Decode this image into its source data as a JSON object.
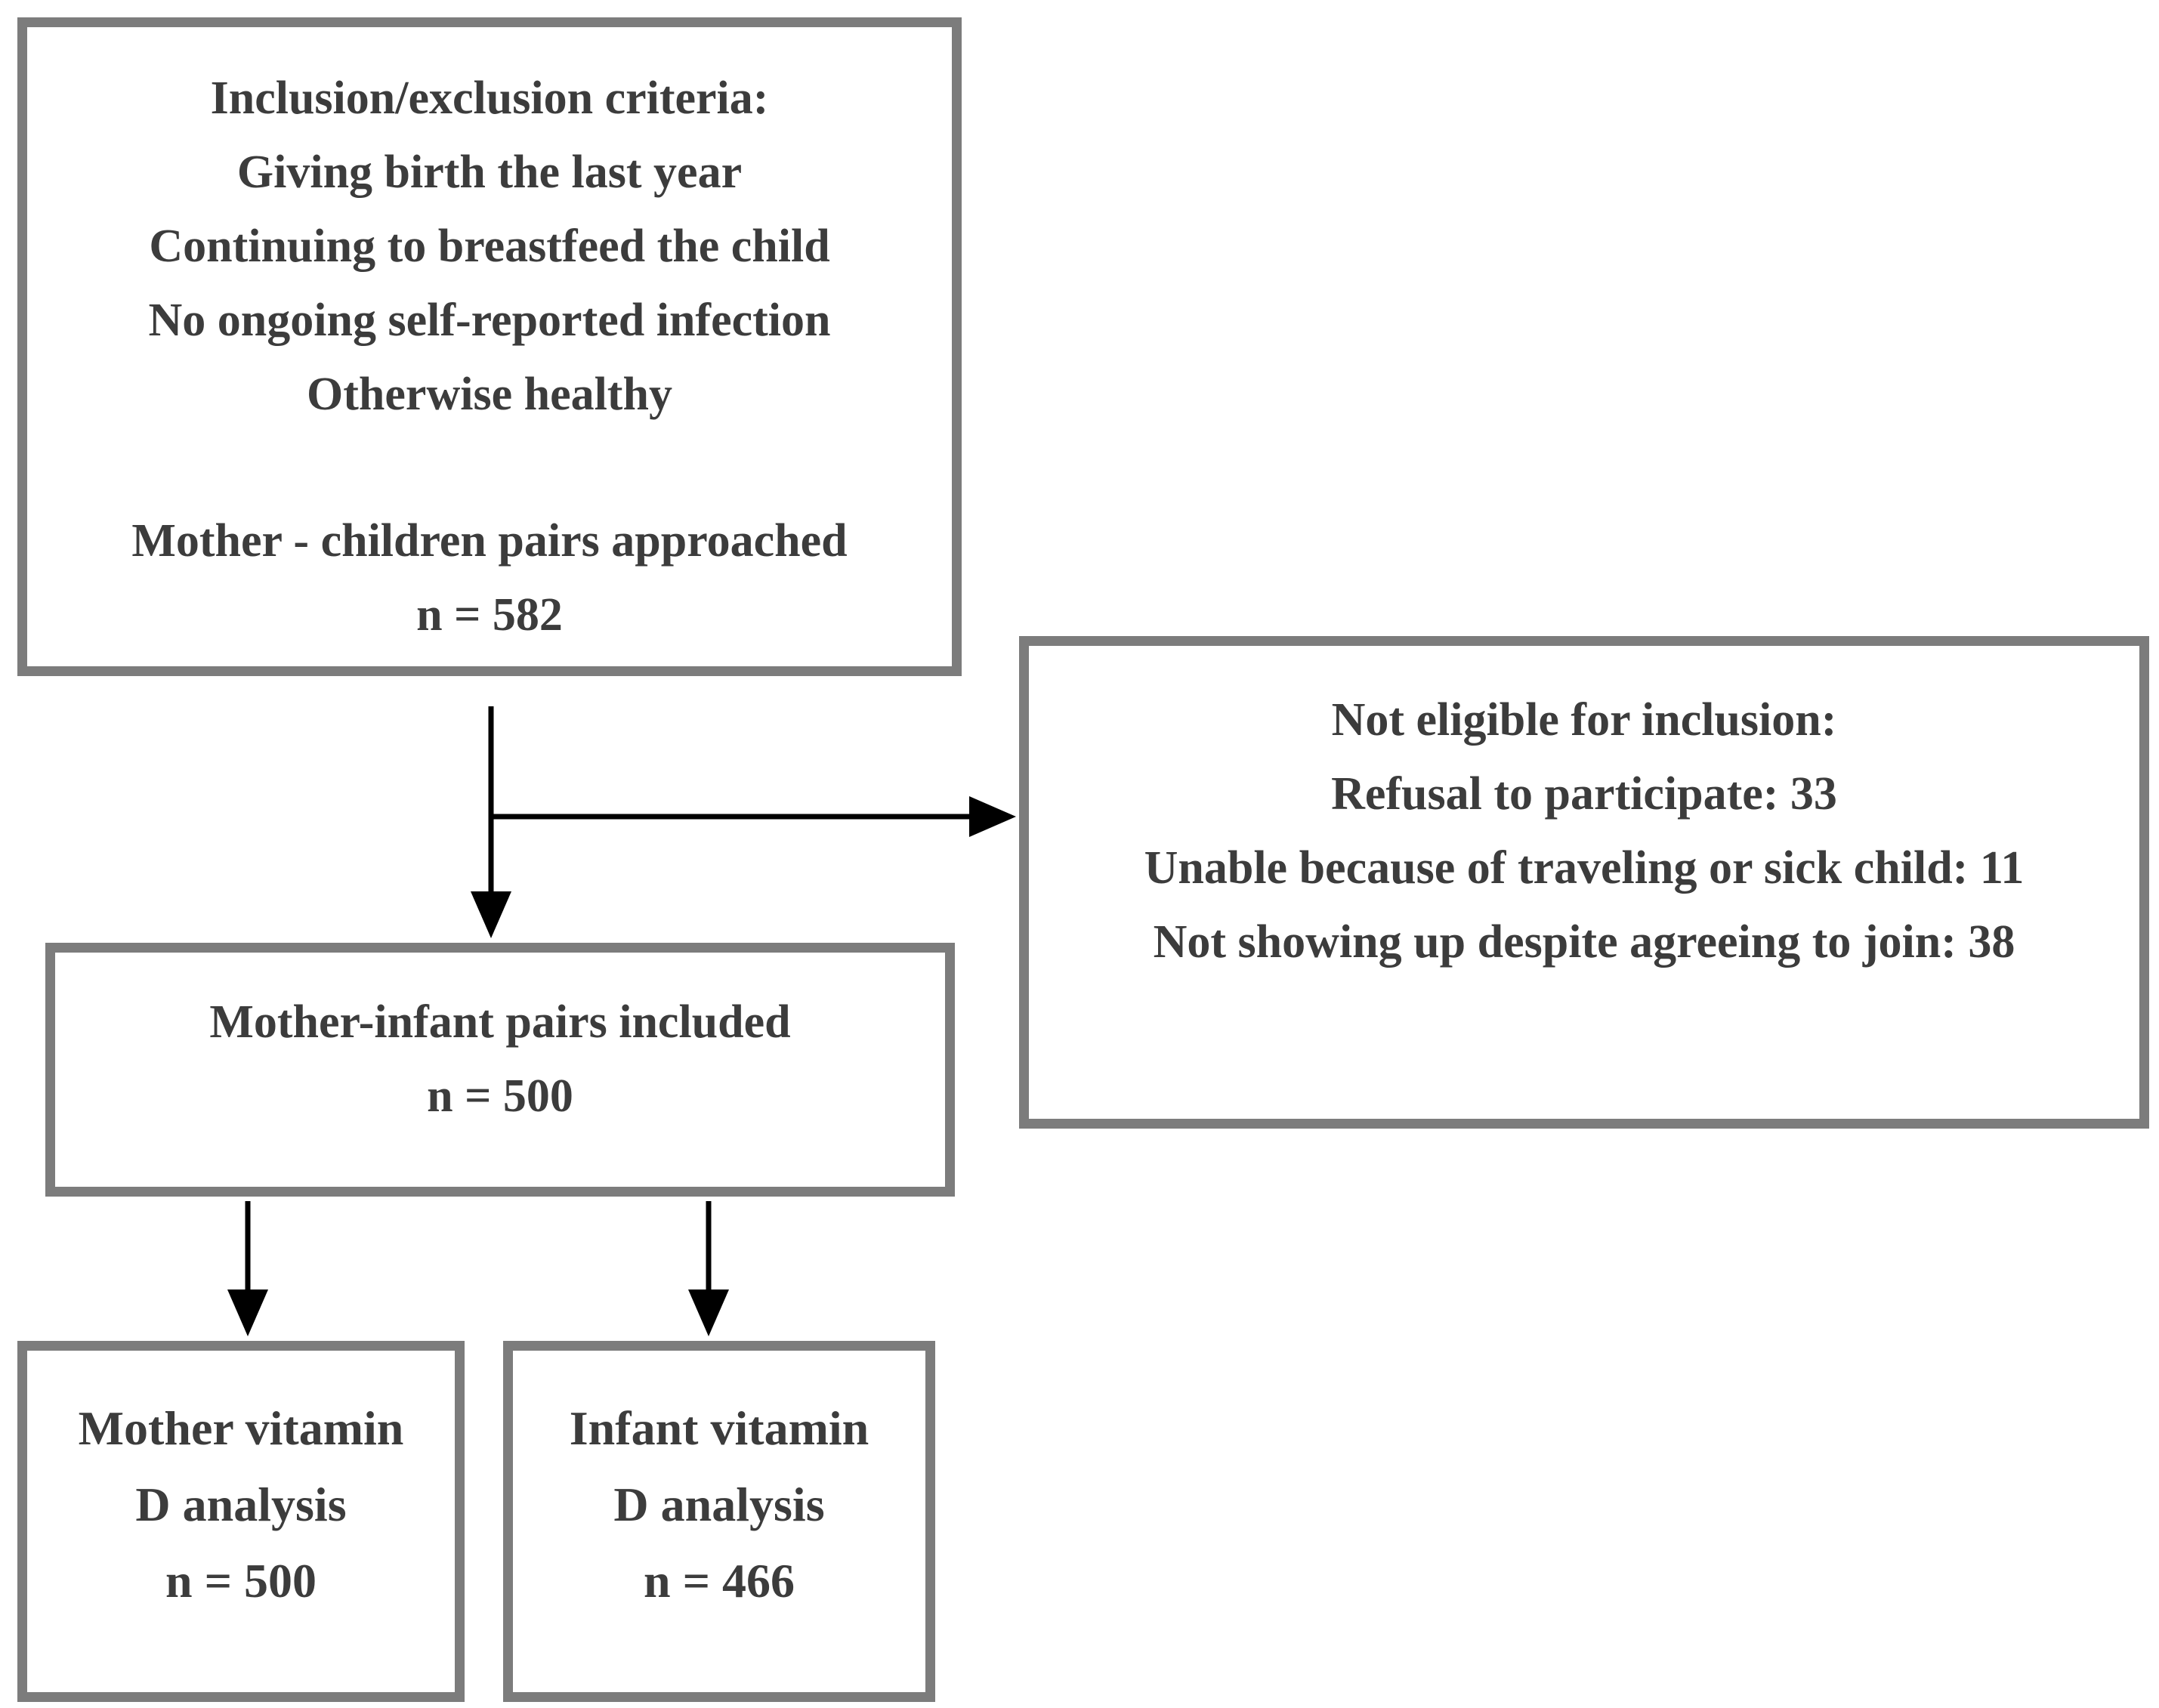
{
  "colors": {
    "box_border": "#7c7c7c",
    "text": "#3c3c3c",
    "arrow": "#000000",
    "background": "#ffffff"
  },
  "flowchart": {
    "criteria_box": {
      "criteria_lines": [
        "Inclusion/exclusion criteria:",
        "Giving birth the last year",
        "Continuing to breastfeed the child",
        "No ongoing self-reported infection",
        "Otherwise healthy"
      ],
      "approached_lines": [
        "Mother - children pairs approached",
        "n = 582"
      ]
    },
    "not_eligible_box": {
      "lines": [
        "Not eligible for inclusion:",
        "Refusal to participate: 33",
        "Unable because of traveling or sick child: 11",
        "Not showing up despite agreeing to join: 38"
      ]
    },
    "included_box": {
      "lines": [
        "Mother-infant pairs included",
        "n = 500"
      ]
    },
    "mother_analysis_box": {
      "lines": [
        "Mother vitamin",
        "D analysis",
        "n = 500"
      ]
    },
    "infant_analysis_box": {
      "lines": [
        "Infant vitamin",
        "D analysis",
        "n = 466"
      ]
    }
  }
}
